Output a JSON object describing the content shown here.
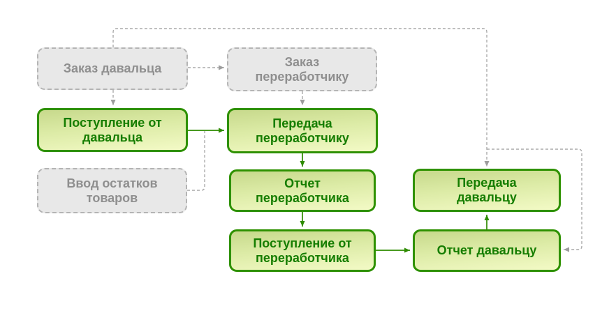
{
  "diagram": {
    "nodes": {
      "zakaz_davalca": {
        "label": "Заказ давальца",
        "style": "optional-gray"
      },
      "zakaz_pererabotchiku": {
        "label": "Заказ\nпереработчику",
        "style": "optional-gray"
      },
      "postuplenie_ot_davalca": {
        "label": "Поступление от\nдавальца",
        "style": "main-green"
      },
      "peredacha_pererabotchiku": {
        "label": "Передача\nпереработчику",
        "style": "main-green"
      },
      "vvod_ostatkov_tovarov": {
        "label": "Ввод остатков\nтоваров",
        "style": "optional-gray"
      },
      "otchet_pererabotchika": {
        "label": "Отчет\nпереработчика",
        "style": "main-green"
      },
      "postuplenie_ot_pererabotchika": {
        "label": "Поступление от\nпереработчика",
        "style": "main-green"
      },
      "peredacha_davalcu": {
        "label": "Передача\nдавальцу",
        "style": "main-green"
      },
      "otchet_davalcu": {
        "label": "Отчет давальцу",
        "style": "main-green"
      }
    },
    "edges": [
      {
        "from": "zakaz_davalca",
        "to": "zakaz_pererabotchiku",
        "kind": "dashed"
      },
      {
        "from": "zakaz_davalca",
        "to": "postuplenie_ot_davalca",
        "kind": "dashed"
      },
      {
        "from": "zakaz_davalca",
        "to": "peredacha_davalcu",
        "kind": "dashed"
      },
      {
        "from": "zakaz_davalca",
        "to": "otchet_davalcu",
        "kind": "dashed"
      },
      {
        "from": "zakaz_pererabotchiku",
        "to": "peredacha_pererabotchiku",
        "kind": "dashed"
      },
      {
        "from": "vvod_ostatkov_tovarov",
        "to": "peredacha_pererabotchiku",
        "kind": "dashed"
      },
      {
        "from": "postuplenie_ot_davalca",
        "to": "peredacha_pererabotchiku",
        "kind": "solid"
      },
      {
        "from": "peredacha_pererabotchiku",
        "to": "otchet_pererabotchika",
        "kind": "solid"
      },
      {
        "from": "otchet_pererabotchika",
        "to": "postuplenie_ot_pererabotchika",
        "kind": "solid"
      },
      {
        "from": "postuplenie_ot_pererabotchika",
        "to": "otchet_davalcu",
        "kind": "solid"
      },
      {
        "from": "otchet_davalcu",
        "to": "peredacha_davalcu",
        "kind": "solid"
      }
    ],
    "colors": {
      "green_node_border": "#2e9100",
      "green_node_fill_top": "#c7d98c",
      "green_node_fill_bottom": "#f3fac6",
      "green_node_text": "#157d00",
      "gray_node_fill": "#e8e8e8",
      "gray_node_border": "#b4b4b4",
      "gray_node_text": "#8f8f8f",
      "solid_connector": "#2e8b00",
      "dashed_connector": "#aaaaaa",
      "background": "#ffffff"
    }
  }
}
